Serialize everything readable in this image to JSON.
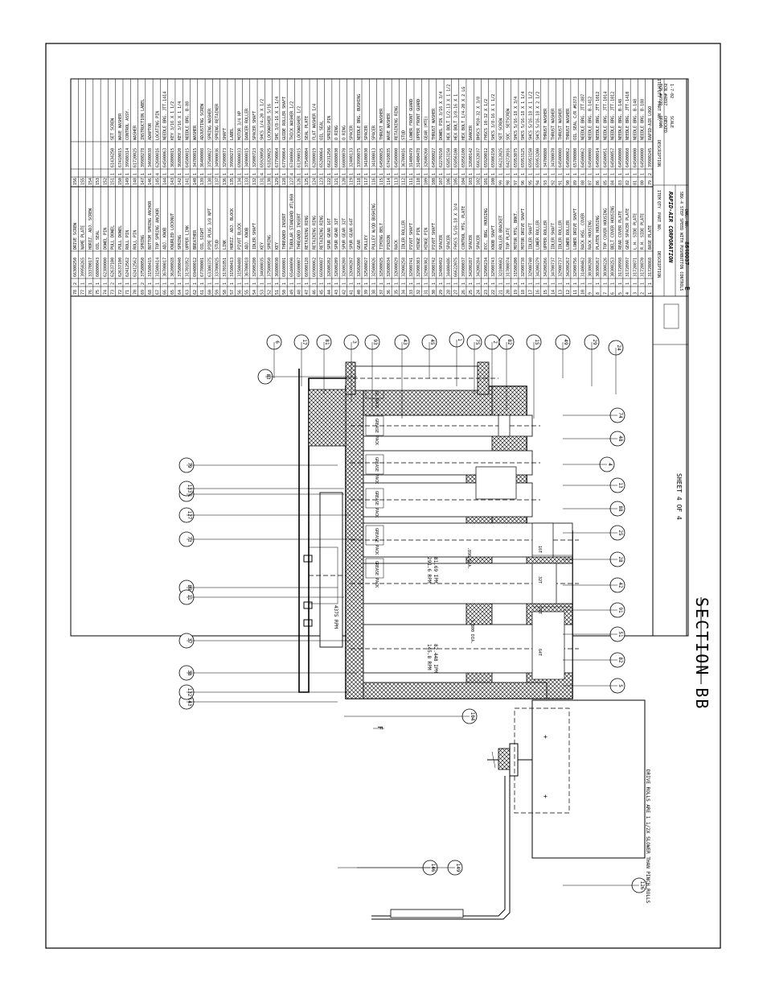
{
  "section_title": "SECTION BB",
  "sheet_label": "SHEET 4 OF 4",
  "drawing_number": "8640037",
  "revision": "E",
  "company_name": "RAPID-AIR CORPORATION",
  "drawing_title": "SBX-4 STEP SPEED WITH PUSHBUTTON CONTROLS",
  "notes": {
    "drive_rolls": "DRIVE ROLLS ARE 1 1/2X SLOWER THAN PINCH ROLLS"
  },
  "annotations": {
    "grease_pack": "GREASE PACK",
    "speed_1": "4375 RPM",
    "speed_2": "291.6 RPM",
    "speed_2_ipm": "81.69 IPM",
    "speed_3": "145.8 RPM",
    "speed_3_ipm": "82.448 IPM",
    "dia_1": ".896 DIA.",
    "dia_2": "1.800 DIA.",
    "gear_1": "64T",
    "gear_2": "72T",
    "gear_3": "32T",
    "gear_4": "16T",
    "label_f": "F"
  },
  "balloons": [
    "6",
    "17",
    "81",
    "3",
    "93",
    "43",
    "45",
    "1",
    "75",
    "2",
    "82",
    "15",
    "49",
    "29",
    "24",
    "74",
    "48",
    "4",
    "13",
    "88",
    "25",
    "28",
    "42",
    "91",
    "51",
    "82",
    "5",
    "83",
    "79",
    "31",
    "127",
    "73",
    "89",
    "11",
    "37",
    "38",
    "143",
    "104",
    "126",
    "146",
    "149",
    "133",
    "132"
  ],
  "parts_list_left": [
    {
      "num": "156",
      "qty": "",
      "part": "",
      "desc": ""
    },
    {
      "num": "155",
      "qty": "",
      "part": "",
      "desc": ""
    },
    {
      "num": "154",
      "qty": "",
      "part": "",
      "desc": ""
    },
    {
      "num": "153",
      "qty": "",
      "part": "",
      "desc": ""
    },
    {
      "num": "152",
      "qty": "",
      "part": "",
      "desc": ""
    },
    {
      "num": "151",
      "qty": "1",
      "part": "61434250",
      "desc": "SET SCREW"
    },
    {
      "num": "150",
      "qty": "1",
      "part": "67410015",
      "desc": "WAVE WASHER"
    },
    {
      "num": "149",
      "qty": "1",
      "part": "39980314",
      "desc": "CONTROL ASSY."
    },
    {
      "num": "148",
      "qty": "1",
      "part": "61720025",
      "desc": "WASHER"
    },
    {
      "num": "147",
      "qty": "1",
      "part": "39980278",
      "desc": "INSTRUCTION LABEL"
    },
    {
      "num": "146",
      "qty": "1",
      "part": "34600038",
      "desc": "ADAPTOR"
    },
    {
      "num": "145",
      "qty": "4",
      "part": "62600016",
      "desc": "LOCATING PIN"
    },
    {
      "num": "144",
      "qty": "1",
      "part": "64500063",
      "desc": "NEEDLE BRG. JTT-1414"
    },
    {
      "num": "143",
      "qty": "1",
      "part": "36800015",
      "desc": "KEY 3/16 X 1 1/2"
    },
    {
      "num": "142",
      "qty": "1",
      "part": "36800020",
      "desc": "KEY 3/16 X 1 1/4"
    },
    {
      "num": "141",
      "qty": "1",
      "part": "64500015",
      "desc": "NEEDLE BRG. B-88"
    },
    {
      "num": "140",
      "qty": "1",
      "part": "34700015",
      "desc": "WASHER"
    },
    {
      "num": "139",
      "qty": "1",
      "part": "36400008",
      "desc": "ADJUSTING SCREW"
    },
    {
      "num": "138",
      "qty": "1",
      "part": "37500027",
      "desc": "SPRING WASHER"
    },
    {
      "num": "137",
      "qty": "1",
      "part": "34900036",
      "desc": "SPRING RETAINER"
    },
    {
      "num": "136",
      "qty": "1",
      "part": "32900073",
      "desc": "SHAFT"
    },
    {
      "num": "135",
      "qty": "1",
      "part": "39980277",
      "desc": "LABEL"
    },
    {
      "num": "134",
      "qty": "1",
      "part": "69000033",
      "desc": "MOTOR 3/4 HP"
    },
    {
      "num": "133",
      "qty": "1",
      "part": "34900015",
      "desc": "DANCER ROLLER"
    },
    {
      "num": "132",
      "qty": "1",
      "part": "32900723",
      "desc": "SPACER SHAFT"
    },
    {
      "num": "131",
      "qty": "4",
      "part": "65920050",
      "desc": "SHCS 1/4-20 X 1/2"
    },
    {
      "num": "130",
      "qty": "1",
      "part": "61820025",
      "desc": "LOCKWASHER 5/16"
    },
    {
      "num": "129",
      "qty": "1",
      "part": "67790064",
      "desc": "SHC 3/8-16 X 1 1/4"
    },
    {
      "num": "128",
      "qty": "1",
      "part": "67790064",
      "desc": "GUIDE ROLLER SHAFT"
    },
    {
      "num": "127",
      "qty": "4",
      "part": "67400068",
      "desc": "THICK WASHER 1/2"
    },
    {
      "num": "126",
      "qty": "1",
      "part": "61390015",
      "desc": "LOCKWASHER 1/2"
    },
    {
      "num": "125",
      "qty": "1",
      "part": "37540004",
      "desc": "SEAL PLATE"
    },
    {
      "num": "124",
      "qty": "1",
      "part": "62800019",
      "desc": "FLAT WASHER 1/4"
    },
    {
      "num": "123",
      "qty": "1",
      "part": "65200064",
      "desc": "OIL SEAL"
    },
    {
      "num": "122",
      "qty": "1",
      "part": "66231250",
      "desc": "SPRING PIN"
    },
    {
      "num": "121",
      "qty": "1",
      "part": "66080030",
      "desc": "O RING"
    },
    {
      "num": "120",
      "qty": "1",
      "part": "66080070",
      "desc": "O RING"
    },
    {
      "num": "119",
      "qty": "1",
      "part": "32400133",
      "desc": "SPACER"
    },
    {
      "num": "118",
      "qty": "1",
      "part": "33990075",
      "desc": "NEEDLE BRG. BUSHING"
    },
    {
      "num": "117",
      "qty": "1",
      "part": "34100030",
      "desc": "SPACER"
    },
    {
      "num": "116",
      "qty": "1",
      "part": "34100013",
      "desc": "SPACER"
    },
    {
      "num": "115",
      "qty": "1",
      "part": "64500025",
      "desc": "THRUST WASHER"
    },
    {
      "num": "114",
      "qty": "1",
      "part": "67410035",
      "desc": "WAVE WASHER"
    },
    {
      "num": "113",
      "qty": "1",
      "part": "64500000",
      "desc": "RETAINING RING"
    },
    {
      "num": "112",
      "qty": "1",
      "part": "36700016",
      "desc": "STUD"
    },
    {
      "num": "111",
      "qty": "1",
      "part": "31400479",
      "desc": "LOWER FRONT GUARD"
    },
    {
      "num": "110",
      "qty": "1",
      "part": "31400478",
      "desc": "UPPER FRONT GUARD"
    },
    {
      "num": "109",
      "qty": "1",
      "part": "32600260",
      "desc": "GEAR (MTE)"
    },
    {
      "num": "108",
      "qty": "1",
      "part": "64500027",
      "desc": "THRUST WASHER"
    },
    {
      "num": "107",
      "qty": "1",
      "part": "62270150",
      "desc": "DOWEL PIN 3/16 X 3/4"
    },
    {
      "num": "106",
      "qty": "1",
      "part": "65853150",
      "desc": "HEX BOLT 1/2-13 X 1 1/2"
    },
    {
      "num": "105",
      "qty": "1",
      "part": "65856100",
      "desc": "HEX BOLT 3/8-16 X 1"
    },
    {
      "num": "104",
      "qty": "1",
      "part": "65856100",
      "desc": "HEX BOLT 1/4-20 X 2 LG"
    },
    {
      "num": "103",
      "qty": "1",
      "part": "32600142",
      "desc": "DANCER"
    },
    {
      "num": "102",
      "qty": "1",
      "part": "66632037",
      "desc": "BHSCS M10-32 X 3/8"
    },
    {
      "num": "101",
      "qty": "1",
      "part": "65920012",
      "desc": "FHSCS 10-32 X 1/2"
    },
    {
      "num": "100",
      "qty": "1",
      "part": "65906150",
      "desc": "SHCS 3/8-16 X 1 1/2"
    },
    {
      "num": "99",
      "qty": "1",
      "part": "66212025",
      "desc": "SET SCREW"
    },
    {
      "num": "98",
      "qty": "1",
      "part": "64272016",
      "desc": "SOC. SETSCREW"
    },
    {
      "num": "97",
      "qty": "1",
      "part": "65953075",
      "desc": "SHCS 5/16-18 X 3/4"
    },
    {
      "num": "96",
      "qty": "1",
      "part": "65953125",
      "desc": "SHCS 5/16-18 X 1 1/4"
    },
    {
      "num": "95",
      "qty": "1",
      "part": "65953150",
      "desc": "SHCS 5/16-18 X 1 1/2"
    },
    {
      "num": "94",
      "qty": "1",
      "part": "65953200",
      "desc": "SHCS 5/16-18 X 2 1/2"
    },
    {
      "num": "93",
      "qty": "1",
      "part": "34700080",
      "desc": "THRUST WASHER"
    },
    {
      "num": "92",
      "qty": "1",
      "part": "34700070",
      "desc": "THRUST WASHER"
    },
    {
      "num": "91",
      "qty": "1",
      "part": "64500008",
      "desc": "THRUST WASHER"
    },
    {
      "num": "90",
      "qty": "1",
      "part": "64500062",
      "desc": "THRUST WASHER"
    },
    {
      "num": "89",
      "qty": "1",
      "part": "65700000",
      "desc": "OIL SEAL C/R #6373"
    },
    {
      "num": "88",
      "qty": "1",
      "part": "64500062",
      "desc": "NEEDLE BRG. JTT-887"
    },
    {
      "num": "87",
      "qty": "1",
      "part": "64500008",
      "desc": "NEEDLE BRG. B-1412"
    },
    {
      "num": "86",
      "qty": "1",
      "part": "64500014",
      "desc": "NEEDLE BRG. JTT-1012"
    },
    {
      "num": "85",
      "qty": "1",
      "part": "64500051",
      "desc": "NEEDLE BRG. JTT-1014"
    },
    {
      "num": "84",
      "qty": "1",
      "part": "64500057",
      "desc": "NEEDLE BRG. JTT-1012"
    },
    {
      "num": "83",
      "qty": "1",
      "part": "64500000",
      "desc": "NEEDLE BRG. B-148"
    },
    {
      "num": "82",
      "qty": "1",
      "part": "64500060",
      "desc": "NEEDLE BRG. JTT-1410"
    },
    {
      "num": "81",
      "qty": "1",
      "part": "64500000",
      "desc": "NEEDLE BRG. B-148"
    },
    {
      "num": "80",
      "qty": "1",
      "part": "64500000",
      "desc": "NEEDLE BRG. B-188"
    },
    {
      "num": "79",
      "qty": "2",
      "part": "39980245",
      "desc": "RAPID-AIR LOGO"
    }
  ],
  "parts_list_right": [
    {
      "num": "78",
      "qty": "2",
      "part": "66300250",
      "desc": "DRIVE SCREW"
    },
    {
      "num": "77",
      "qty": "1",
      "part": "39950265",
      "desc": "NAME PLATE"
    },
    {
      "num": "76",
      "qty": "1",
      "part": "33370017",
      "desc": "HORIZ. ADJ. SCREW"
    },
    {
      "num": "75",
      "qty": "1",
      "part": "60800043",
      "desc": "OIL SEAL"
    },
    {
      "num": "74",
      "qty": "1",
      "part": "62380000",
      "desc": "DOWEL PIN"
    },
    {
      "num": "73",
      "qty": "2",
      "part": "62637100",
      "desc": "PULL DOWEL"
    },
    {
      "num": "72",
      "qty": "1",
      "part": "62637100",
      "desc": "PULL DOWEL"
    },
    {
      "num": "71",
      "qty": "1",
      "part": "62412562",
      "desc": "ROLL PIN"
    },
    {
      "num": "70",
      "qty": "1",
      "part": "62412562",
      "desc": "ROLL PIN"
    },
    {
      "num": "69",
      "qty": "2",
      "part": "37500050",
      "desc": "SPRING"
    },
    {
      "num": "68",
      "qty": "1",
      "part": "31500415",
      "desc": "BOTTOM SPRING ANCHOR"
    },
    {
      "num": "67",
      "qty": "1",
      "part": "31500414",
      "desc": "TOP SPRING ANCHOR"
    },
    {
      "num": "66",
      "qty": "1",
      "part": "36700017",
      "desc": "ADJ. KNOB"
    },
    {
      "num": "65",
      "qty": "1",
      "part": "36200028",
      "desc": "KNURLED LOCKNUT"
    },
    {
      "num": "64",
      "qty": "1",
      "part": "37500040",
      "desc": "SPRING"
    },
    {
      "num": "63",
      "qty": "1",
      "part": "31701852",
      "desc": "UPPER LINK"
    },
    {
      "num": "62",
      "qty": "1",
      "part": "69400012",
      "desc": "BREATHER"
    },
    {
      "num": "61",
      "qty": "1",
      "part": "67700001",
      "desc": "OIL SIGHT"
    },
    {
      "num": "60",
      "qty": "1",
      "part": "63300375",
      "desc": "PIPE PLUG 3/8 NPT"
    },
    {
      "num": "59",
      "qty": "1",
      "part": "33700025",
      "desc": "STUD"
    },
    {
      "num": "58",
      "qty": "1",
      "part": "31701851",
      "desc": "LINK"
    },
    {
      "num": "57",
      "qty": "1",
      "part": "31500413",
      "desc": "HORIZ. ADJ. BLOCK"
    },
    {
      "num": "56",
      "qty": "1",
      "part": "31500408",
      "desc": "PIVOT BLOCK"
    },
    {
      "num": "55",
      "qty": "1",
      "part": "36700018",
      "desc": "ADJ. KNOB"
    },
    {
      "num": "54",
      "qty": "1",
      "part": "32900280",
      "desc": "IDLER SHAFT"
    },
    {
      "num": "53",
      "qty": "1",
      "part": "34600035",
      "desc": "KEY"
    },
    {
      "num": "52",
      "qty": "1",
      "part": "37500050",
      "desc": "SPRING"
    },
    {
      "num": "51",
      "qty": "1",
      "part": "36800030",
      "desc": "KEY"
    },
    {
      "num": "50",
      "qty": "1",
      "part": "65600001",
      "desc": "THREADED INSERT"
    },
    {
      "num": "49",
      "qty": "1",
      "part": "65400090",
      "desc": "TUBULAR STANDARD #TL060"
    },
    {
      "num": "48",
      "qty": "1",
      "part": "65600007",
      "desc": "THREADED INSERT"
    },
    {
      "num": "47",
      "qty": "1",
      "part": "66900128",
      "desc": "RETAINING RING"
    },
    {
      "num": "46",
      "qty": "1",
      "part": "66900062",
      "desc": "RETAINING RING"
    },
    {
      "num": "45",
      "qty": "1",
      "part": "66900087",
      "desc": "RETAINING RING"
    },
    {
      "num": "44",
      "qty": "1",
      "part": "32600202",
      "desc": "SPUR GEAR 16T"
    },
    {
      "num": "43",
      "qty": "1",
      "part": "32600209",
      "desc": "SPUR GEAR 32T"
    },
    {
      "num": "42",
      "qty": "1",
      "part": "32600208",
      "desc": "SPUR GEAR 32T"
    },
    {
      "num": "41",
      "qty": "1",
      "part": "32600207",
      "desc": "SPUR GEAR 64T"
    },
    {
      "num": "40",
      "qty": "1",
      "part": "32602000",
      "desc": "GEAR"
    },
    {
      "num": "39",
      "qty": "1",
      "part": "32500027",
      "desc": "PULLEY"
    },
    {
      "num": "38",
      "qty": "1",
      "part": "32500026",
      "desc": "PULLEY W/QD BUSHING"
    },
    {
      "num": "37",
      "qty": "1",
      "part": "32500025",
      "desc": "TIMING BELT"
    },
    {
      "num": "36",
      "qty": "1",
      "part": "32600034",
      "desc": "PINION"
    },
    {
      "num": "35",
      "qty": "1",
      "part": "32600029",
      "desc": "RACK"
    },
    {
      "num": "34",
      "qty": "1",
      "part": "32900258",
      "desc": "IDLER ROLLER"
    },
    {
      "num": "33",
      "qty": "1",
      "part": "32900741",
      "desc": "PIVOT SHAFT"
    },
    {
      "num": "32",
      "qty": "1",
      "part": "32900303",
      "desc": "HINGE PIN"
    },
    {
      "num": "31",
      "qty": "1",
      "part": "32900302",
      "desc": "HINGE PIN"
    },
    {
      "num": "30",
      "qty": "1",
      "part": "32900742",
      "desc": "PIVOT SHAFT"
    },
    {
      "num": "29",
      "qty": "1",
      "part": "32400492",
      "desc": "SPACER"
    },
    {
      "num": "28",
      "qty": "1",
      "part": "34400486",
      "desc": "SPACER"
    },
    {
      "num": "27",
      "qty": "1",
      "part": "66622075",
      "desc": "FHSCS 5/16-18 X 3/4"
    },
    {
      "num": "26",
      "qty": "1",
      "part": "39900037",
      "desc": "CONTROL MTG. PLATE"
    },
    {
      "num": "25",
      "qty": "1",
      "part": "34200287",
      "desc": "SPACER"
    },
    {
      "num": "24",
      "qty": "1",
      "part": "34200284",
      "desc": "SPACER"
    },
    {
      "num": "23",
      "qty": "1",
      "part": "32900234",
      "desc": "ECC. BRG. HOUSING"
    },
    {
      "num": "22",
      "qty": "1",
      "part": "32900743",
      "desc": "KNOB SHAFT"
    },
    {
      "num": "21",
      "qty": "1",
      "part": "32100602",
      "desc": "ROLLER BRACKET"
    },
    {
      "num": "20",
      "qty": "1",
      "part": "31700874",
      "desc": "TOP PLATE"
    },
    {
      "num": "19",
      "qty": "1",
      "part": "31500200",
      "desc": "MOTOR MTG. BRKT."
    },
    {
      "num": "18",
      "qty": "1",
      "part": "32900738",
      "desc": "MOTOR DRIVE SHAFT"
    },
    {
      "num": "17",
      "qty": "1",
      "part": "32900740",
      "desc": "IDLER SHAFT"
    },
    {
      "num": "16",
      "qty": "1",
      "part": "34200279",
      "desc": "LOWER ROLLER"
    },
    {
      "num": "15",
      "qty": "1",
      "part": "34200266",
      "desc": "UPPER ROLLER"
    },
    {
      "num": "14",
      "qty": "1",
      "part": "34700737",
      "desc": "IDLER SHAFT"
    },
    {
      "num": "13",
      "qty": "1",
      "part": "32900737",
      "desc": "IDLER ROLLER"
    },
    {
      "num": "12",
      "qty": "1",
      "part": "34200267",
      "desc": "LOWER ROLLER"
    },
    {
      "num": "11",
      "qty": "1",
      "part": "32900756",
      "desc": "LOWER DRIVE SHAFT"
    },
    {
      "num": "10",
      "qty": "1",
      "part": "31400462",
      "desc": "RACK HSG. COVER"
    },
    {
      "num": "9",
      "qty": "1",
      "part": "30300208",
      "desc": "RACK HOUSING"
    },
    {
      "num": "8",
      "qty": "1",
      "part": "30300267",
      "desc": "PLATEN HOUSING"
    },
    {
      "num": "7",
      "qty": "1",
      "part": "30300226",
      "desc": "TOP COVER HOUSING"
    },
    {
      "num": "6",
      "qty": "1",
      "part": "30300253",
      "desc": "BELT COVER HOUSING"
    },
    {
      "num": "5",
      "qty": "1",
      "part": "31720998",
      "desc": "REAR COVER PLATE"
    },
    {
      "num": "4",
      "qty": "1",
      "part": "31720997",
      "desc": "GEAR SPACER PLATE"
    },
    {
      "num": "3",
      "qty": "1",
      "part": "31720871",
      "desc": "L.H. SIDE PLATE"
    },
    {
      "num": "2",
      "qty": "1",
      "part": "31720870",
      "desc": "R.H. SIDE PLATE"
    },
    {
      "num": "1",
      "qty": "1",
      "part": "31720868",
      "desc": "BASE PLATE"
    }
  ],
  "parts_header": {
    "item": "ITEM",
    "qty": "QTY",
    "part": "PART NO.",
    "desc": "DESCRIPTION"
  },
  "title_block": {
    "ecn_1": "ECN #4929",
    "ecn_2": "ECN #4897",
    "date_1": "1-7-02",
    "drawn_label": "DRAWN",
    "checked_label": "CHECKED",
    "scale_label": "SCALE",
    "dwg_no_label": "DWG. NO."
  }
}
